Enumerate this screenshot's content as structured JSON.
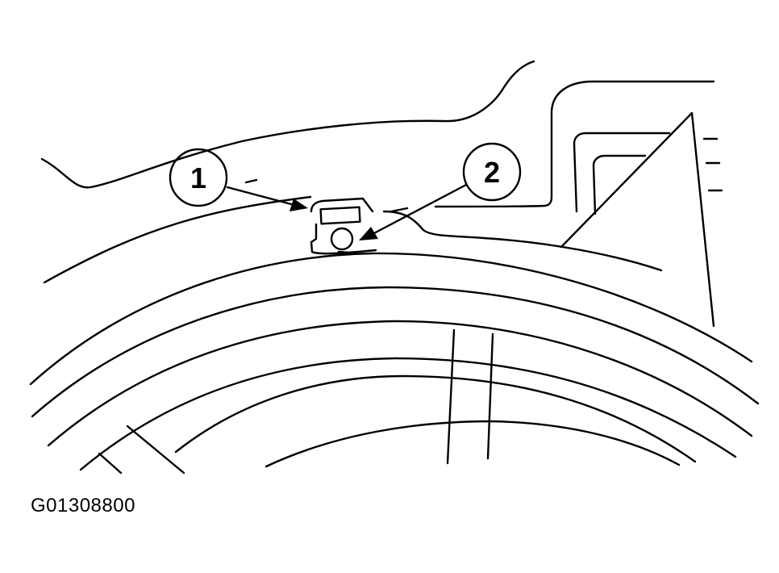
{
  "callouts": [
    {
      "label": "1",
      "target": "clip-tab"
    },
    {
      "label": "2",
      "target": "clip-pin"
    }
  ],
  "figure_id": "G01308800",
  "colors": {
    "ink": "#000000",
    "paper": "#ffffff"
  }
}
